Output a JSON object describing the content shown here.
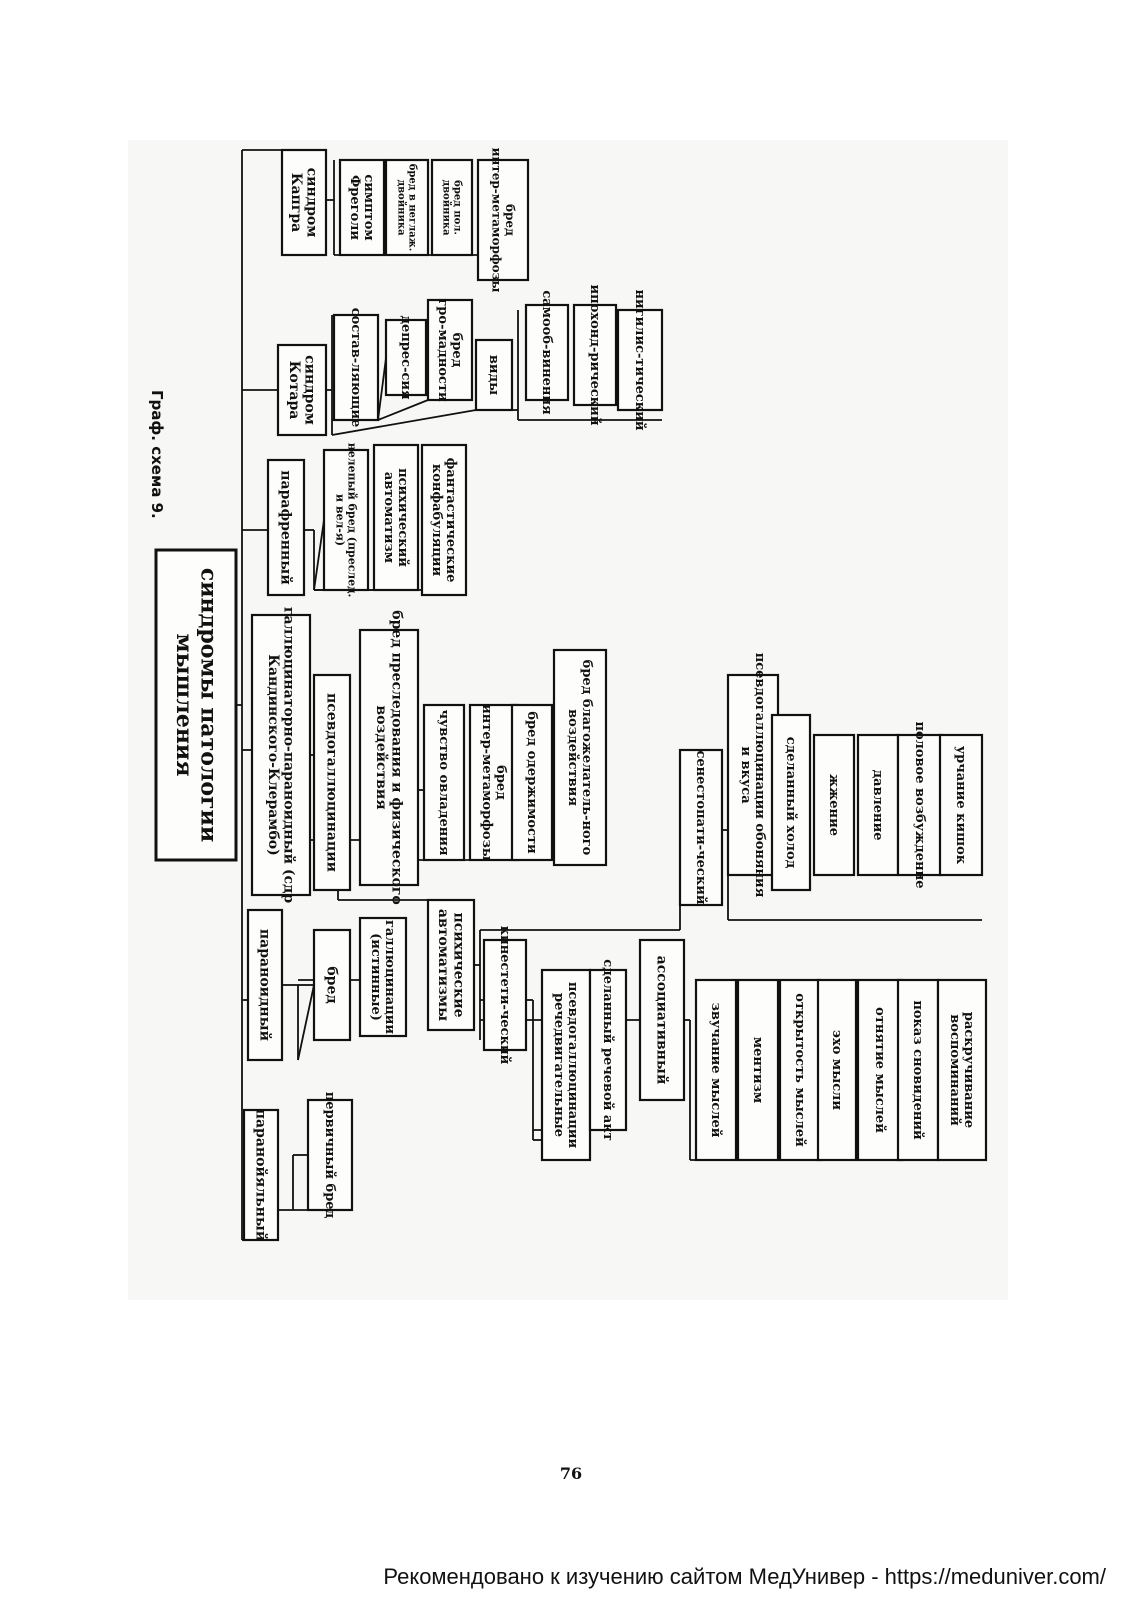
{
  "title": "Граф. схема 9.",
  "page_number": "76",
  "footer": "Рекомендовано к изучению сайтом МедУнивер - https://meduniver.com/",
  "diagram": {
    "root": "синдромы патологии мышления",
    "nodes": {
      "paranoial": "паранойяльный",
      "paranoial_primary": "первичный бред",
      "paranoid": "параноидный",
      "paranoid_delusion": "бред",
      "paranoid_halluc": "галлюцинации (истинные)",
      "hpc": "галлюцинаторно-параноидный (сдр Кандинского-Клерамбо)",
      "hpc_pseudo": "псевдогаллюцинации",
      "hpc_persecution": "бред преследования и физического воздействия",
      "hpc_mastery": "чувство овладения",
      "hpc_intermeta": "бред интер-метаморфозы",
      "hpc_possession": "бред одержимости",
      "hpc_benevolent": "бред благожелатель-ного воздействия",
      "automatisms": "психические автоматизмы",
      "kinesthetic": "кинестети-ческий",
      "kin_pseudo": "псевдогаллюцинации речедвигательные",
      "kin_speech": "сделанный речевой акт",
      "associative": "ассоциативный",
      "as_sounding": "звучание мыслей",
      "as_mentism": "ментизм",
      "as_openness": "открытость мыслей",
      "as_echo": "эхо мысли",
      "as_taking": "отнятие мыслей",
      "as_dreams": "показ сновидений",
      "as_unwinding": "раскручивание воспоминаний",
      "senestopathic": "сенестопати-ческий",
      "sen_pseudo": "псевдогаллюцинации обоняния и вкуса",
      "sen_cold": "сделанный холод",
      "sen_burning": "жжение",
      "sen_pressure": "давление",
      "sen_sexual": "половое возбуждение",
      "sen_intestine": "урчание кишок",
      "paraphrenic": "парафренный",
      "par_megalo": "нелепый бред (преслед. и вел-я)",
      "par_mental": "психический автоматизм",
      "par_fantastic": "фантастические конфабуляции",
      "cotard": "синдром Котара",
      "cot_components": "состав-ляющие",
      "cot_depression": "депрес-сия",
      "cot_grandeur": "бред гро-мадности",
      "cot_types": "виды",
      "cot_self": "самооб-винения",
      "cot_hypochondria": "ипохонд-рический",
      "cot_nihilistic": "нигилис-тический",
      "capgras": "синдром Капгра",
      "cap_fregoli": "симптом Фреголи",
      "cap_neg_double": "бред в неглаж. двойника",
      "cap_pos_double": "бред пол. двойника",
      "cap_intermeta": "бред интер-метаморфозы"
    }
  }
}
